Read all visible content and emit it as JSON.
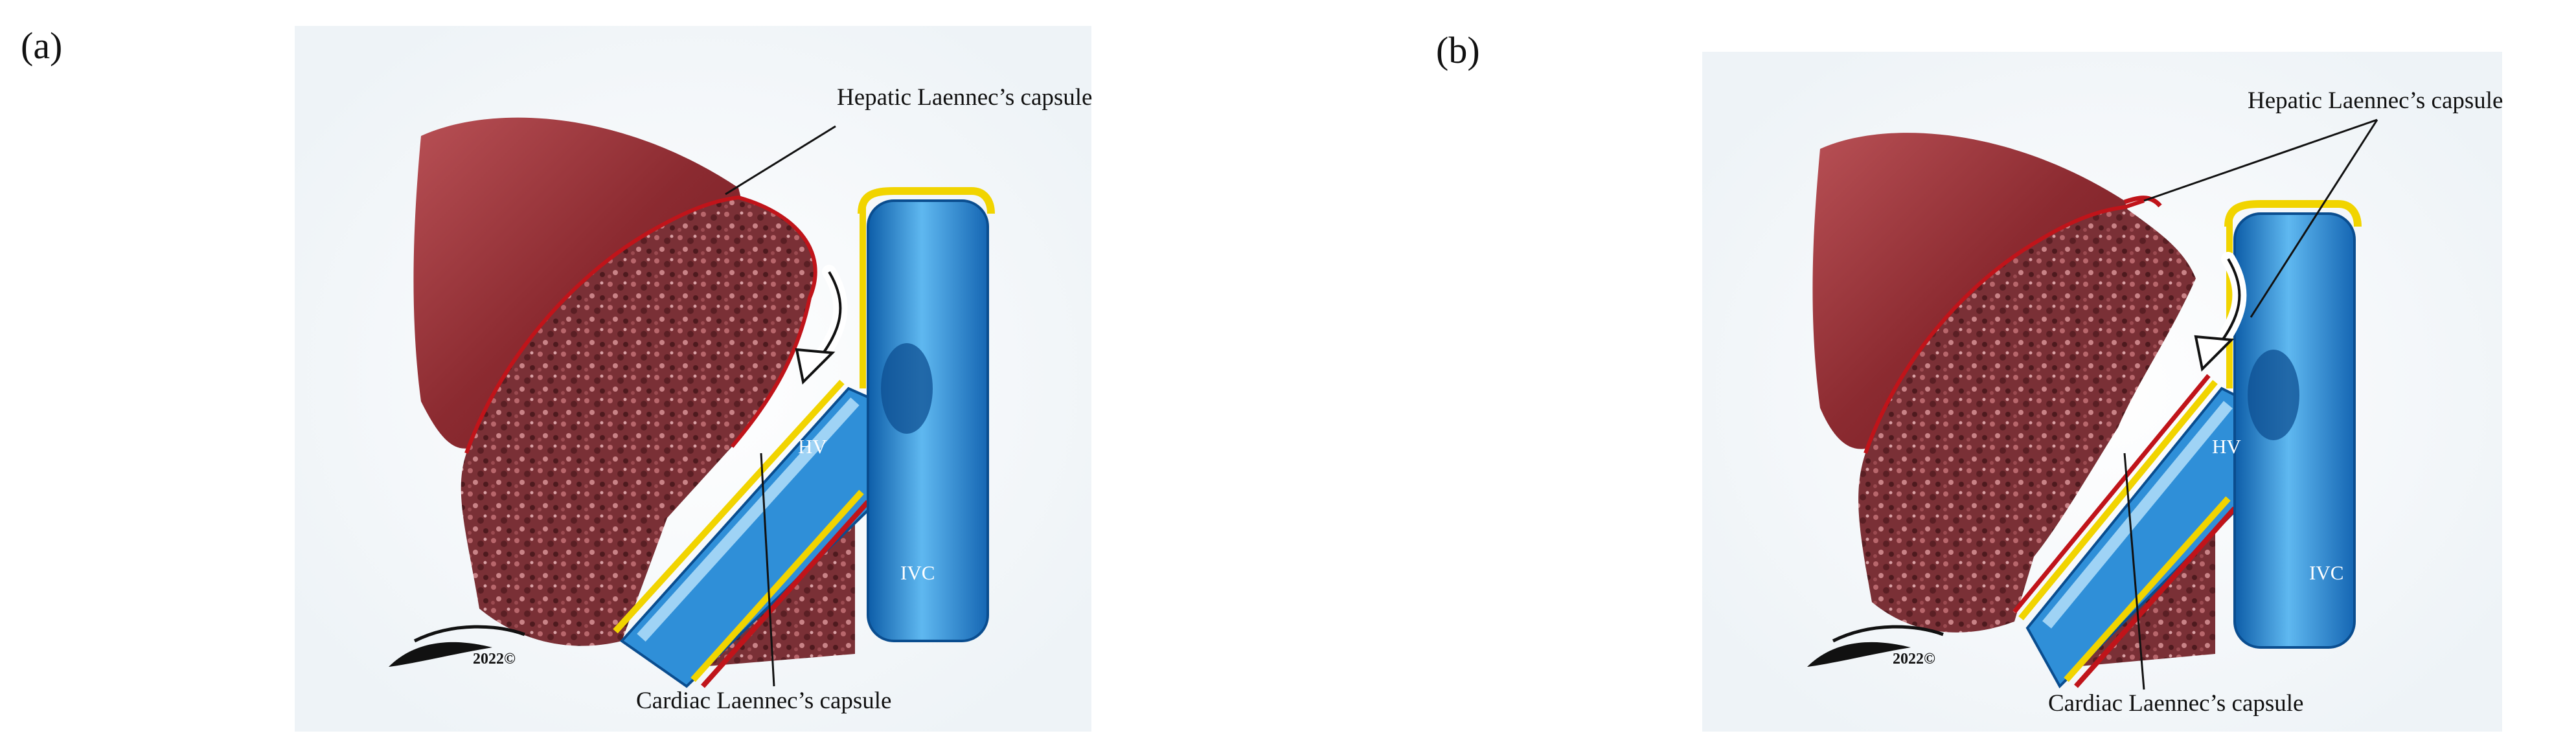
{
  "panel_a": {
    "letter": "(a)",
    "labels": {
      "hepatic": "Hepatic Laennec’s capsule",
      "cardiac": "Cardiac Laennec’s capsule",
      "hv": "HV",
      "ivc": "IVC"
    },
    "signature": "2022©"
  },
  "panel_b": {
    "letter": "(b)",
    "labels": {
      "hepatic": "Hepatic Laennec’s capsule",
      "cardiac": "Cardiac Laennec’s capsule",
      "hv": "HV",
      "ivc": "IVC"
    },
    "signature": "2022©"
  },
  "colors": {
    "capsule_red": "#c0141a",
    "capsule_yellow": "#f1d400",
    "vessel_blue": "#2f8fd8",
    "vessel_light": "#9fd3f5",
    "liver_surface": "#9c3b3f",
    "parenchyma": "#7d3338"
  }
}
